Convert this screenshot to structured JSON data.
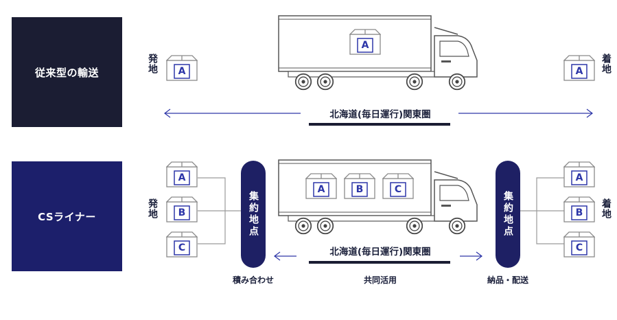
{
  "colors": {
    "navy_dark": "#1b1d33",
    "navy": "#1c1f6b",
    "arrow_blue": "#2d36a8",
    "line_gray": "#9a9a9a"
  },
  "row_conventional": {
    "label": "従来型の輸送",
    "origin_label": "発地",
    "destination_label": "着地",
    "origin_package": "A",
    "truck_packages": [
      "A"
    ],
    "destination_package": "A",
    "route": "北海道(毎日運行)関東圏"
  },
  "row_cs_liner": {
    "label": "CSライナー",
    "origin_label": "発地",
    "destination_label": "着地",
    "origin_packages": [
      "A",
      "B",
      "C"
    ],
    "truck_packages": [
      "A",
      "B",
      "C"
    ],
    "destination_packages": [
      "A",
      "B",
      "C"
    ],
    "hub_left": "集約地点",
    "hub_right": "集約地点",
    "route": "北海道(毎日運行)関東圏",
    "caption_left": "積み合わせ",
    "caption_center": "共同活用",
    "caption_right": "納品・配送"
  },
  "icons": [
    "package-icon",
    "truck-icon",
    "arrow-left-icon",
    "arrow-right-icon"
  ]
}
